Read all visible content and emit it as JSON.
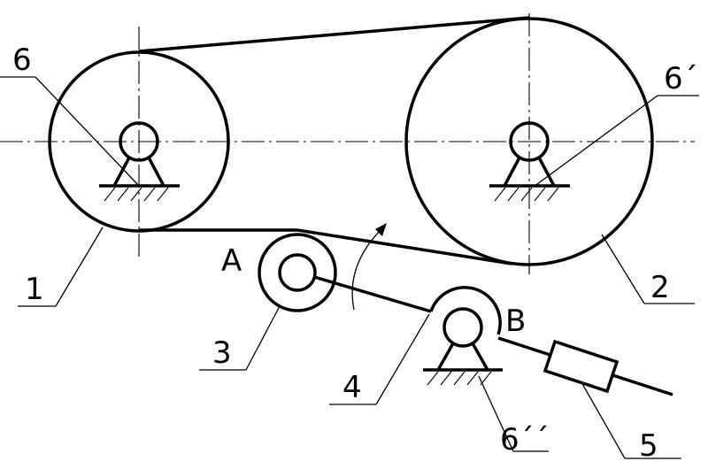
{
  "labels": {
    "pulley_drive": "1",
    "pulley_driven": "2",
    "idler_roller": "3",
    "lever": "4",
    "weight": "5",
    "support_left": "6",
    "support_right": "6´",
    "support_lever": "6´´",
    "point_a": "A",
    "point_b": "B"
  },
  "icons": {
    "rotation": "curved-arrow-icon",
    "support": "pivot-support-icon",
    "ground": "hatched-ground-icon"
  },
  "colors": {
    "stroke": "#000000",
    "background": "#ffffff"
  }
}
